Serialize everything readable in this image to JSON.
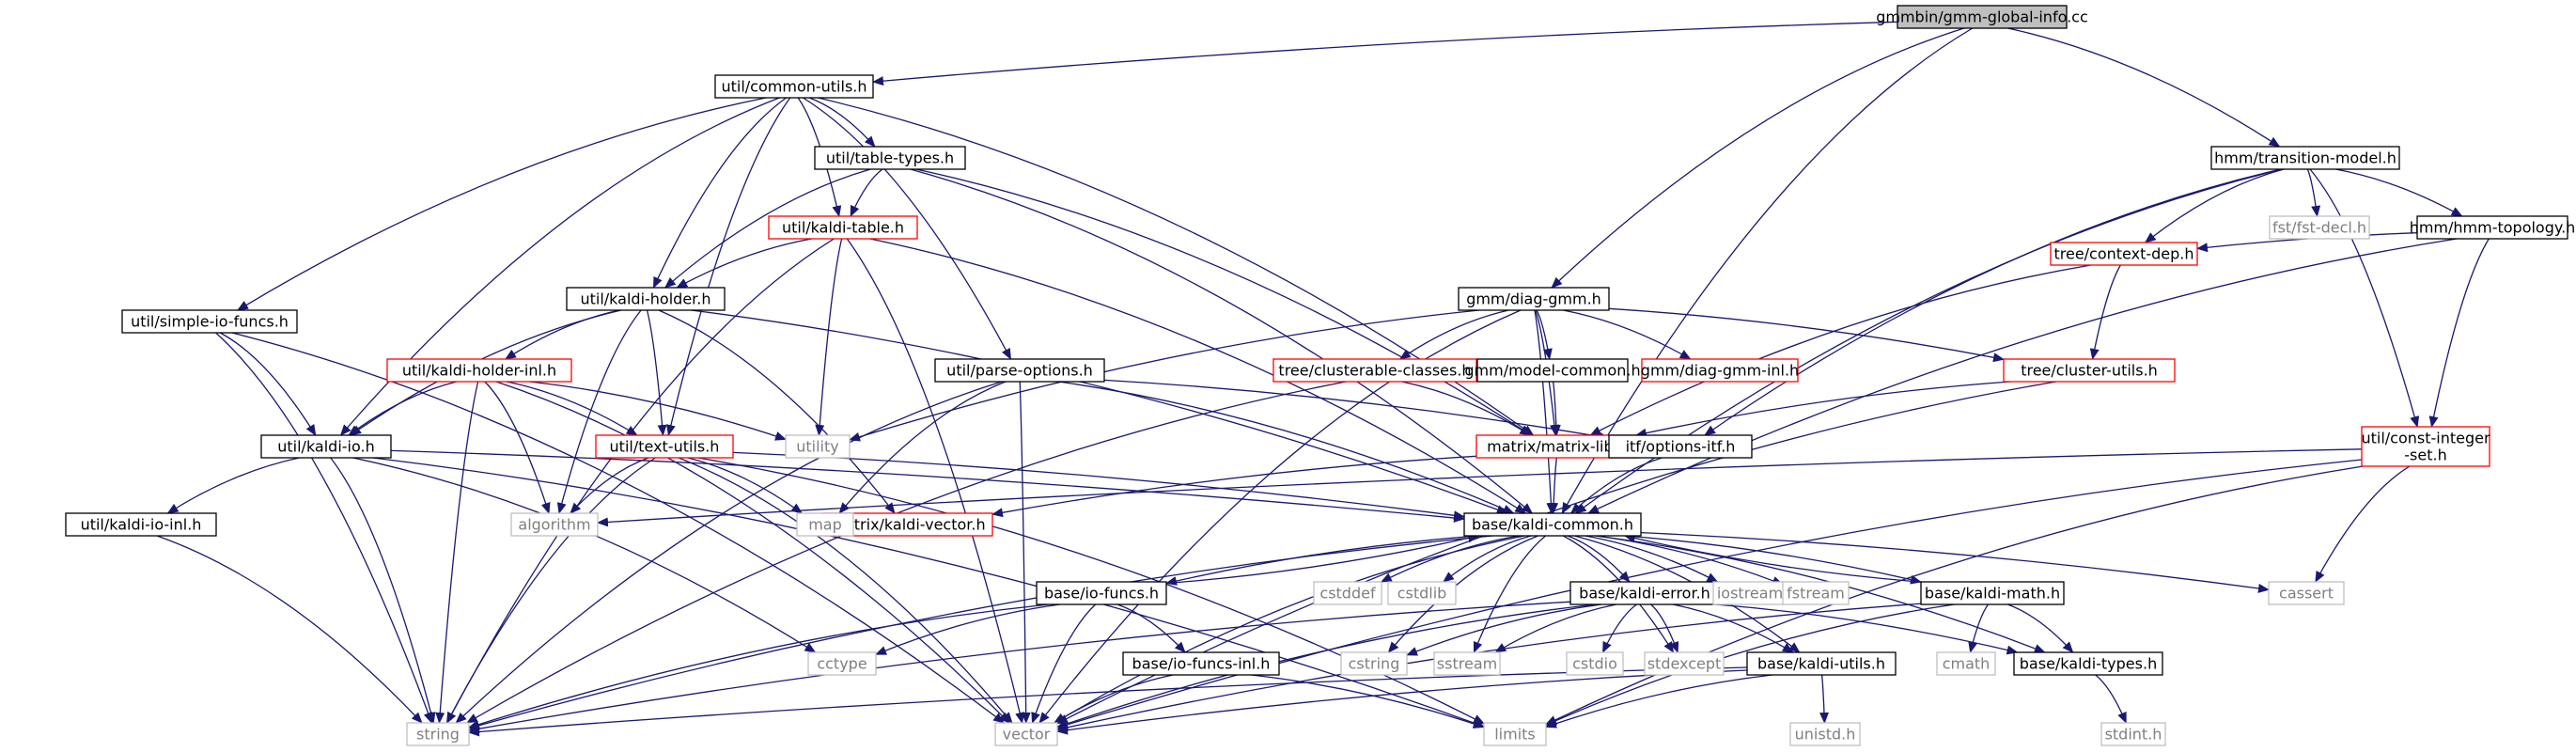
{
  "diagram": {
    "colors": {
      "edge": "#191970",
      "root_fill": "#bfbfbf",
      "normal_border": "#000000",
      "truncated_border": "#ff0000",
      "system_border": "#bfbfbf",
      "label": "#000000",
      "system_label": "#7f7f7f"
    },
    "nodes": [
      {
        "id": "n0",
        "label": "gmmbin/gmm-global-info.cc",
        "kind": "root"
      },
      {
        "id": "n1",
        "label": "util/common-utils.h",
        "kind": "normal"
      },
      {
        "id": "n2",
        "label": "util/table-types.h",
        "kind": "normal"
      },
      {
        "id": "n3",
        "label": "util/kaldi-table.h",
        "kind": "truncated"
      },
      {
        "id": "n4",
        "label": "util/kaldi-holder.h",
        "kind": "normal"
      },
      {
        "id": "n5",
        "label": "util/simple-io-funcs.h",
        "kind": "normal"
      },
      {
        "id": "n6",
        "label": "util/kaldi-holder-inl.h",
        "kind": "truncated"
      },
      {
        "id": "n7",
        "label": "util/parse-options.h",
        "kind": "normal"
      },
      {
        "id": "n8",
        "label": "util/kaldi-io.h",
        "kind": "normal"
      },
      {
        "id": "n9",
        "label": "util/text-utils.h",
        "kind": "truncated"
      },
      {
        "id": "n10",
        "label": "util/kaldi-io-inl.h",
        "kind": "normal"
      },
      {
        "id": "n11",
        "label": "gmm/diag-gmm.h",
        "kind": "normal"
      },
      {
        "id": "n12",
        "label": "tree/clusterable-classes.h",
        "kind": "truncated"
      },
      {
        "id": "n13",
        "label": "gmm/model-common.h",
        "kind": "normal"
      },
      {
        "id": "n14",
        "label": "gmm/diag-gmm-inl.h",
        "kind": "truncated"
      },
      {
        "id": "n15",
        "label": "tree/cluster-utils.h",
        "kind": "truncated"
      },
      {
        "id": "n16",
        "label": "matrix/matrix-lib.h",
        "kind": "truncated"
      },
      {
        "id": "n17",
        "label": "itf/options-itf.h",
        "kind": "normal"
      },
      {
        "id": "n18",
        "label": "matrix/kaldi-vector.h",
        "kind": "truncated"
      },
      {
        "id": "n19",
        "label": "base/kaldi-common.h",
        "kind": "normal"
      },
      {
        "id": "n20",
        "label": "hmm/transition-model.h",
        "kind": "normal"
      },
      {
        "id": "n21",
        "label": "fst/fst-decl.h",
        "kind": "system"
      },
      {
        "id": "n22",
        "label": "hmm/hmm-topology.h",
        "kind": "normal"
      },
      {
        "id": "n23",
        "label": "tree/context-dep.h",
        "kind": "truncated"
      },
      {
        "id": "n24",
        "label": "util/const-integer\n-set.h",
        "kind": "truncated"
      },
      {
        "id": "n25",
        "label": "utility",
        "kind": "system"
      },
      {
        "id": "n26",
        "label": "algorithm",
        "kind": "system"
      },
      {
        "id": "n27",
        "label": "map",
        "kind": "system"
      },
      {
        "id": "n28",
        "label": "base/io-funcs.h",
        "kind": "normal"
      },
      {
        "id": "n29",
        "label": "cstddef",
        "kind": "system"
      },
      {
        "id": "n30",
        "label": "cstdlib",
        "kind": "system"
      },
      {
        "id": "n31",
        "label": "base/kaldi-error.h",
        "kind": "normal"
      },
      {
        "id": "n32",
        "label": "iostream",
        "kind": "system"
      },
      {
        "id": "n33",
        "label": "fstream",
        "kind": "system"
      },
      {
        "id": "n34",
        "label": "base/kaldi-math.h",
        "kind": "normal"
      },
      {
        "id": "n35",
        "label": "cassert",
        "kind": "system"
      },
      {
        "id": "n36",
        "label": "cctype",
        "kind": "system"
      },
      {
        "id": "n37",
        "label": "base/io-funcs-inl.h",
        "kind": "normal"
      },
      {
        "id": "n38",
        "label": "cstring",
        "kind": "system"
      },
      {
        "id": "n39",
        "label": "sstream",
        "kind": "system"
      },
      {
        "id": "n40",
        "label": "cstdio",
        "kind": "system"
      },
      {
        "id": "n41",
        "label": "stdexcept",
        "kind": "system"
      },
      {
        "id": "n42",
        "label": "base/kaldi-utils.h",
        "kind": "normal"
      },
      {
        "id": "n43",
        "label": "cmath",
        "kind": "system"
      },
      {
        "id": "n44",
        "label": "base/kaldi-types.h",
        "kind": "normal"
      },
      {
        "id": "n45",
        "label": "string",
        "kind": "system"
      },
      {
        "id": "n46",
        "label": "vector",
        "kind": "system"
      },
      {
        "id": "n47",
        "label": "limits",
        "kind": "system"
      },
      {
        "id": "n48",
        "label": "unistd.h",
        "kind": "system"
      },
      {
        "id": "n49",
        "label": "stdint.h",
        "kind": "system"
      }
    ],
    "edges": [
      [
        "n0",
        "n1"
      ],
      [
        "n0",
        "n11"
      ],
      [
        "n0",
        "n20"
      ],
      [
        "n0",
        "n19"
      ],
      [
        "n1",
        "n2"
      ],
      [
        "n1",
        "n3"
      ],
      [
        "n1",
        "n4"
      ],
      [
        "n1",
        "n5"
      ],
      [
        "n1",
        "n7"
      ],
      [
        "n1",
        "n8"
      ],
      [
        "n1",
        "n9"
      ],
      [
        "n1",
        "n16"
      ],
      [
        "n2",
        "n3"
      ],
      [
        "n2",
        "n4"
      ],
      [
        "n2",
        "n16"
      ],
      [
        "n2",
        "n19"
      ],
      [
        "n3",
        "n4"
      ],
      [
        "n3",
        "n25"
      ],
      [
        "n3",
        "n45"
      ],
      [
        "n3",
        "n46"
      ],
      [
        "n3",
        "n19"
      ],
      [
        "n4",
        "n6"
      ],
      [
        "n4",
        "n8"
      ],
      [
        "n4",
        "n9"
      ],
      [
        "n4",
        "n18"
      ],
      [
        "n4",
        "n26"
      ],
      [
        "n4",
        "n19"
      ],
      [
        "n5",
        "n8"
      ],
      [
        "n5",
        "n45"
      ],
      [
        "n5",
        "n46"
      ],
      [
        "n6",
        "n8"
      ],
      [
        "n6",
        "n9"
      ],
      [
        "n6",
        "n25"
      ],
      [
        "n6",
        "n26"
      ],
      [
        "n6",
        "n45"
      ],
      [
        "n6",
        "n46"
      ],
      [
        "n7",
        "n27"
      ],
      [
        "n7",
        "n17"
      ],
      [
        "n7",
        "n19"
      ],
      [
        "n7",
        "n45"
      ],
      [
        "n7",
        "n46"
      ],
      [
        "n8",
        "n10"
      ],
      [
        "n8",
        "n19"
      ],
      [
        "n8",
        "n36"
      ],
      [
        "n8",
        "n45"
      ],
      [
        "n8",
        "n47"
      ],
      [
        "n9",
        "n26"
      ],
      [
        "n9",
        "n27"
      ],
      [
        "n9",
        "n19"
      ],
      [
        "n9",
        "n45"
      ],
      [
        "n9",
        "n46"
      ],
      [
        "n9",
        "n47"
      ],
      [
        "n10",
        "n45"
      ],
      [
        "n11",
        "n12"
      ],
      [
        "n11",
        "n13"
      ],
      [
        "n11",
        "n14"
      ],
      [
        "n11",
        "n15"
      ],
      [
        "n11",
        "n16"
      ],
      [
        "n11",
        "n19"
      ],
      [
        "n11",
        "n25"
      ],
      [
        "n11",
        "n46"
      ],
      [
        "n12",
        "n16"
      ],
      [
        "n12",
        "n45"
      ],
      [
        "n13",
        "n16"
      ],
      [
        "n15",
        "n16"
      ],
      [
        "n15",
        "n46"
      ],
      [
        "n16",
        "n18"
      ],
      [
        "n16",
        "n19"
      ],
      [
        "n17",
        "n19"
      ],
      [
        "n20",
        "n21"
      ],
      [
        "n20",
        "n22"
      ],
      [
        "n20",
        "n23"
      ],
      [
        "n20",
        "n24"
      ],
      [
        "n20",
        "n19"
      ],
      [
        "n20",
        "n17"
      ],
      [
        "n22",
        "n23"
      ],
      [
        "n22",
        "n24"
      ],
      [
        "n22",
        "n19"
      ],
      [
        "n23",
        "n15"
      ],
      [
        "n23",
        "n16"
      ],
      [
        "n24",
        "n26"
      ],
      [
        "n24",
        "n35"
      ],
      [
        "n24",
        "n46"
      ],
      [
        "n24",
        "n47"
      ],
      [
        "n19",
        "n28"
      ],
      [
        "n19",
        "n29"
      ],
      [
        "n19",
        "n30"
      ],
      [
        "n19",
        "n31"
      ],
      [
        "n19",
        "n32"
      ],
      [
        "n19",
        "n33"
      ],
      [
        "n19",
        "n34"
      ],
      [
        "n19",
        "n35"
      ],
      [
        "n19",
        "n38"
      ],
      [
        "n19",
        "n39"
      ],
      [
        "n19",
        "n41"
      ],
      [
        "n19",
        "n42"
      ],
      [
        "n19",
        "n44"
      ],
      [
        "n19",
        "n45"
      ],
      [
        "n19",
        "n46"
      ],
      [
        "n28",
        "n19"
      ],
      [
        "n28",
        "n36"
      ],
      [
        "n28",
        "n37"
      ],
      [
        "n28",
        "n45"
      ],
      [
        "n28",
        "n46"
      ],
      [
        "n37",
        "n46"
      ],
      [
        "n37",
        "n47"
      ],
      [
        "n31",
        "n38"
      ],
      [
        "n31",
        "n39"
      ],
      [
        "n31",
        "n40"
      ],
      [
        "n31",
        "n41"
      ],
      [
        "n31",
        "n42"
      ],
      [
        "n31",
        "n44"
      ],
      [
        "n31",
        "n45"
      ],
      [
        "n31",
        "n46"
      ],
      [
        "n34",
        "n19"
      ],
      [
        "n34",
        "n43"
      ],
      [
        "n34",
        "n44"
      ],
      [
        "n34",
        "n46"
      ],
      [
        "n34",
        "n47"
      ],
      [
        "n42",
        "n45"
      ],
      [
        "n42",
        "n46"
      ],
      [
        "n42",
        "n47"
      ],
      [
        "n42",
        "n48"
      ],
      [
        "n44",
        "n49"
      ]
    ]
  }
}
